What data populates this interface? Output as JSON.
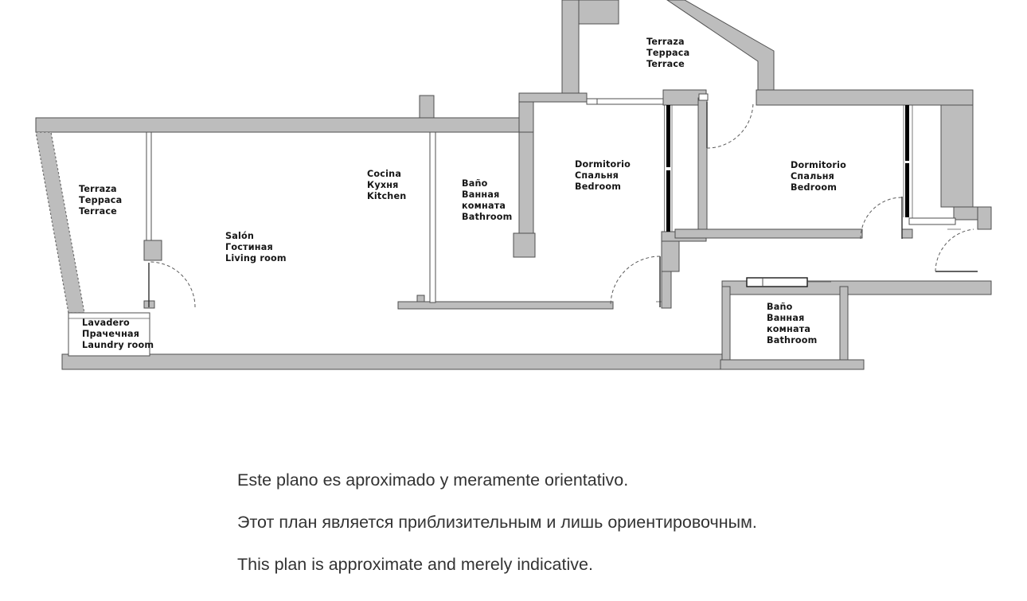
{
  "colors": {
    "wall_fill": "#bdbdbd",
    "wall_stroke": "#4f4f4f",
    "window_glass": "#000000",
    "label_text": "#161616",
    "disclaimer_text": "#333333"
  },
  "rooms": {
    "terrace_left": {
      "lines": [
        "Terraza",
        "Терраса",
        "Terrace"
      ]
    },
    "lavadero": {
      "lines": [
        "Lavadero",
        "Прачечная",
        "Laundry room"
      ]
    },
    "salon": {
      "lines": [
        "Salón",
        "Гостиная",
        "Living room"
      ]
    },
    "cocina": {
      "lines": [
        "Cocina",
        "Кухня",
        "Kitchen"
      ]
    },
    "bathroom_1": {
      "lines": [
        "Baño",
        "Ванная",
        "комната",
        "Bathroom"
      ]
    },
    "bedroom_1": {
      "lines": [
        "Dormitorio",
        "Спальня",
        "Bedroom"
      ]
    },
    "terrace_top": {
      "lines": [
        "Terraza",
        "Терраса",
        "Terrace"
      ]
    },
    "bedroom_2": {
      "lines": [
        "Dormitorio",
        "Спальня",
        "Bedroom"
      ]
    },
    "bathroom_2": {
      "lines": [
        "Baño",
        "Ванная",
        "комната",
        "Bathroom"
      ]
    }
  },
  "disclaimer": {
    "lines": [
      "Este plano es aproximado y meramente orientativo.",
      "Этот план является приблизительным и лишь ориентировочным.",
      "This plan is approximate and merely indicative."
    ]
  }
}
